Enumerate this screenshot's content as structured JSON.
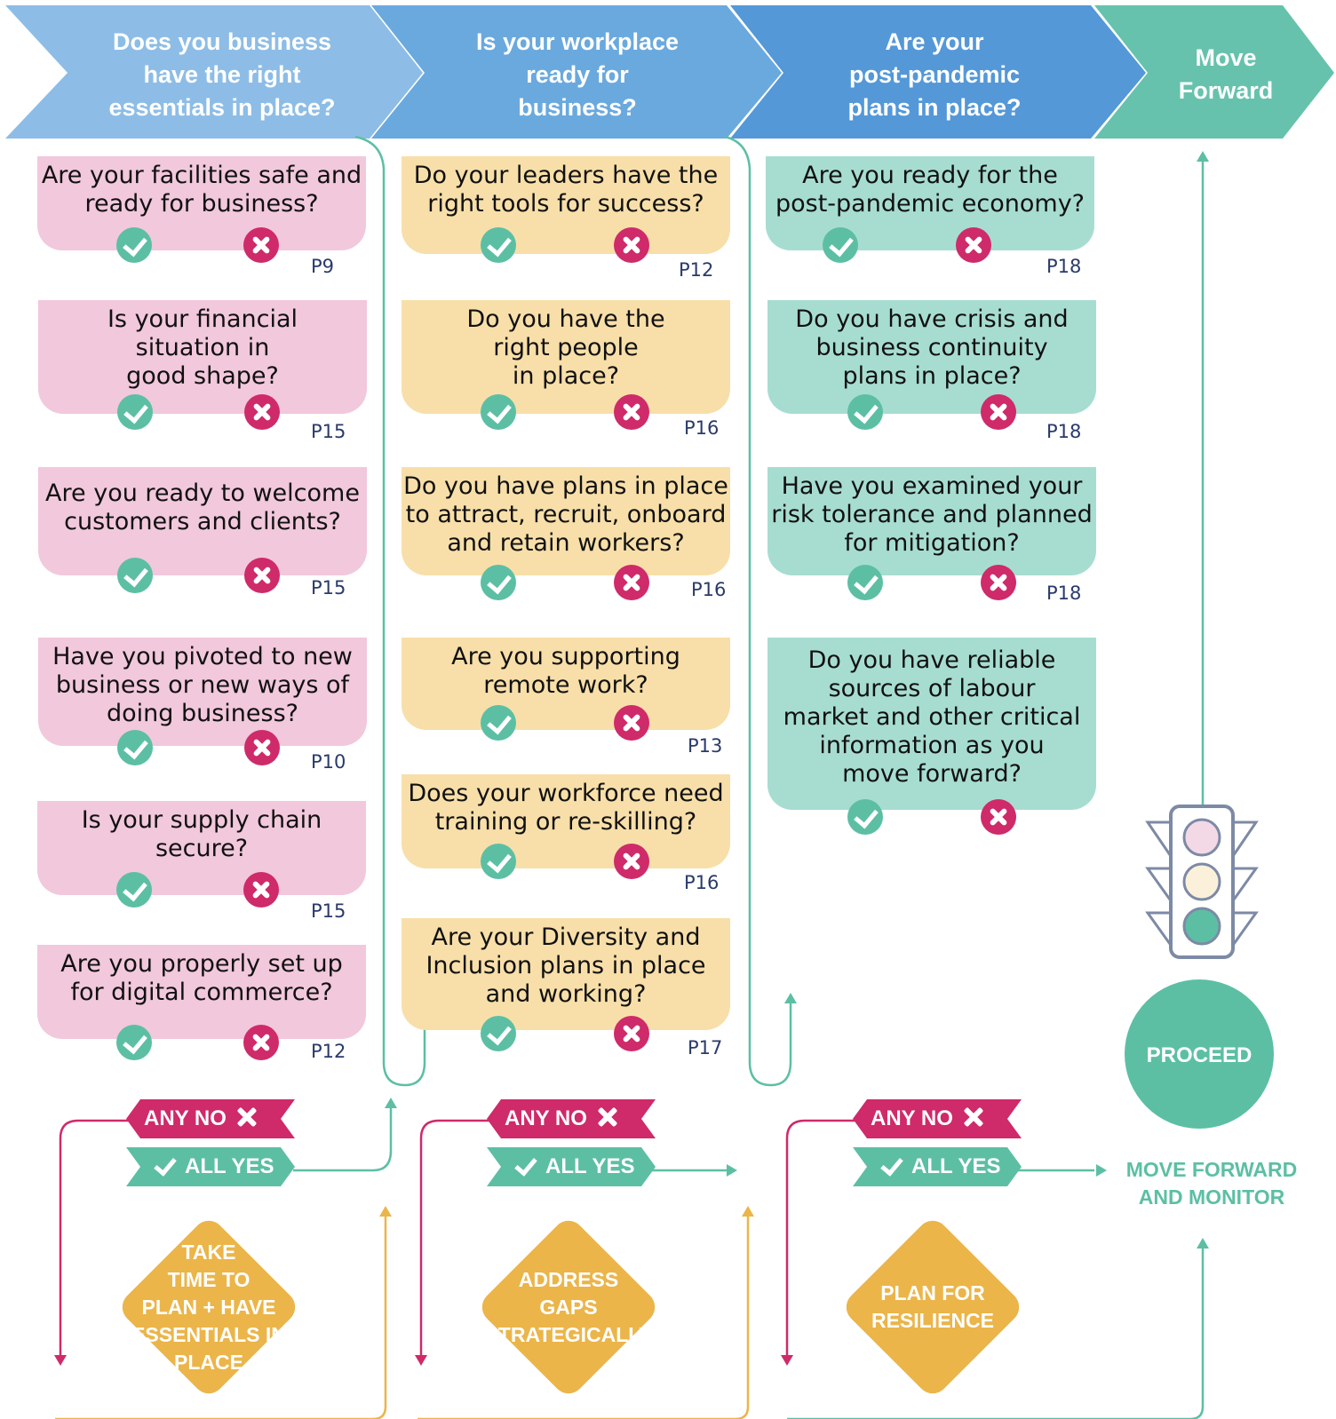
{
  "colors": {
    "header1": "#8dbde6",
    "header2": "#6aa9de",
    "header3": "#5498d8",
    "header4": "#66c2ad",
    "pink": "#f2c8dc",
    "yellow": "#f8dfa9",
    "teal": "#a7ddd1",
    "magenta": "#cf2a6a",
    "green": "#5cbfa4",
    "orange": "#ebb54a"
  },
  "headers": [
    {
      "text": "Does you business\nhave the right\nessentials in place?"
    },
    {
      "text": "Is your workplace\nready for\nbusiness?"
    },
    {
      "text": "Are your\npost-pandemic\nplans in place?"
    },
    {
      "text": "Move\nForward"
    }
  ],
  "columns": [
    {
      "color": "pink",
      "items": [
        {
          "question": "Are your facilities safe and\nready for business?",
          "page": "P9"
        },
        {
          "question": "Is your financial\nsituation in\ngood shape?",
          "page": "P15"
        },
        {
          "question": "Are you ready to welcome\ncustomers and clients?",
          "page": "P15"
        },
        {
          "question": "Have you pivoted to new\nbusiness or new ways of\ndoing business?",
          "page": "P10"
        },
        {
          "question": "Is your supply chain\nsecure?",
          "page": "P15"
        },
        {
          "question": "Are you properly set up\nfor digital commerce?",
          "page": "P12"
        }
      ]
    },
    {
      "color": "yellow",
      "items": [
        {
          "question": "Do your leaders have the\nright tools for success?",
          "page": "P12"
        },
        {
          "question": "Do you have the\nright people\nin place?",
          "page": "P16"
        },
        {
          "question": "Do you have plans in place\nto attract, recruit, onboard\nand retain workers?",
          "page": "P16"
        },
        {
          "question": "Are you supporting\nremote work?",
          "page": "P13"
        },
        {
          "question": "Does your workforce need\ntraining or re-skilling?",
          "page": "P16"
        },
        {
          "question": "Are your Diversity and\nInclusion plans in place\nand working?",
          "page": "P17"
        }
      ]
    },
    {
      "color": "teal",
      "items": [
        {
          "question": "Are you ready for the\npost-pandemic economy?",
          "page": "P18"
        },
        {
          "question": "Do you have crisis and\nbusiness continuity\nplans in place?",
          "page": "P18"
        },
        {
          "question": "Have you examined your\nrisk tolerance and planned\nfor mitigation?",
          "page": "P18"
        },
        {
          "question": "Do you have reliable\nsources of labour\nmarket and other critical\ninformation as you\nmove forward?",
          "page": ""
        }
      ]
    }
  ],
  "decisions": {
    "any_no": "ANY NO",
    "all_yes": "ALL YES"
  },
  "outcomes": [
    {
      "text": "TAKE\nTIME TO\nPLAN + HAVE\nESSENTIALS IN\nPLACE"
    },
    {
      "text": "ADDRESS\nGAPS\nSTRATEGICALLY"
    },
    {
      "text": "PLAN FOR\nRESILIENCE"
    }
  ],
  "traffic_light": {
    "lit": "green",
    "colors": {
      "red": "#f3d9e6",
      "yellow": "#fbf1db",
      "green": "#5cbfa4"
    }
  },
  "proceed": "PROCEED",
  "move_forward_monitor": "MOVE FORWARD\nAND MONITOR"
}
